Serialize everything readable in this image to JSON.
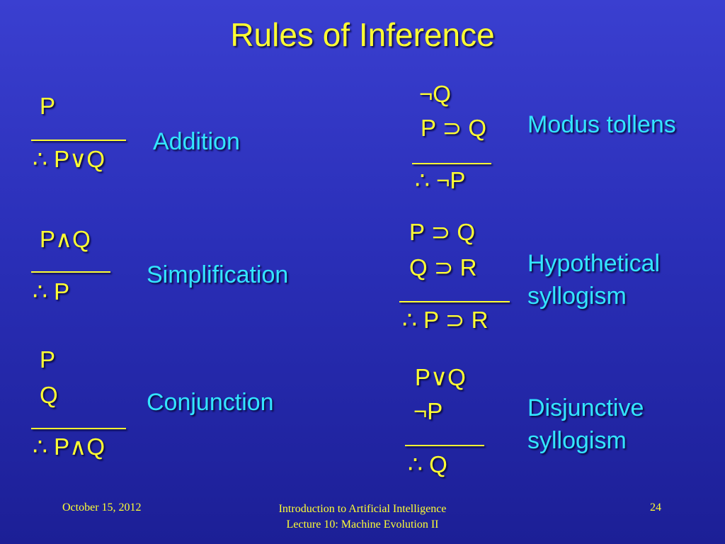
{
  "title": "Rules of Inference",
  "rules": {
    "addition": {
      "name": "Addition",
      "lines": [
        "P",
        "∴ P∨Q"
      ]
    },
    "simplification": {
      "name": "Simplification",
      "lines": [
        "P∧Q",
        "∴ P"
      ]
    },
    "conjunction": {
      "name": "Conjunction",
      "lines": [
        "P",
        "Q",
        "∴ P∧Q"
      ]
    },
    "modus_tollens": {
      "name": "Modus tollens",
      "lines": [
        "¬Q",
        "P ⊃ Q",
        "∴ ¬P"
      ]
    },
    "hypothetical_syllogism": {
      "name": "Hypothetical\nsyllogism",
      "lines": [
        "P ⊃ Q",
        "Q ⊃ R",
        "∴ P ⊃ R"
      ]
    },
    "disjunctive_syllogism": {
      "name": "Disjunctive\nsyllogism",
      "lines": [
        "P∨Q",
        "¬P",
        "∴ Q"
      ]
    }
  },
  "footer": {
    "date": "October 15, 2012",
    "course": "Introduction to Artificial Intelligence",
    "lecture": "Lecture 10: Machine Evolution II",
    "page": "24"
  }
}
